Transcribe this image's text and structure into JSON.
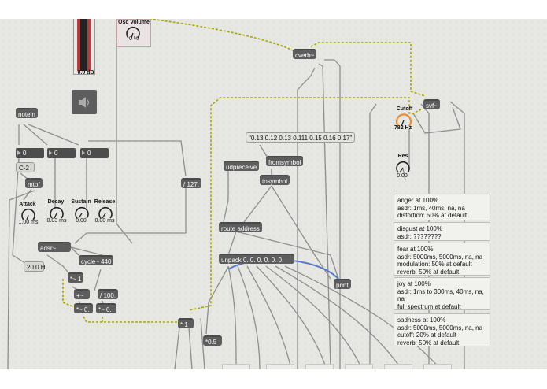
{
  "slider": {
    "value_label": "0.0 dB"
  },
  "osc_volume": {
    "label": "Osc Volume",
    "value": "0 %"
  },
  "objects": {
    "cverb": "cverb~",
    "svf": "svf~",
    "notein": "notein",
    "mtof": "mtof",
    "udpreceive": "udpreceive",
    "fromsymbol": "fromsymbol",
    "tosymbol": "tosymbol",
    "route_address": "route address",
    "unpack": "unpack 0. 0. 0. 0. 0. 0.",
    "print": "print",
    "div127": "/ 127.",
    "adsr": "adsr~",
    "cycle": "cycle~ 440",
    "times1": "*~ 1",
    "plus": "+~",
    "div100": "/ 100.",
    "times0a": "*~ 0.",
    "times0b": "*~ 0.",
    "star1": "* 1",
    "times05": "*0.5"
  },
  "numbers": {
    "n1": "0",
    "n2": "0",
    "n3": "0",
    "note_name": "C-2",
    "hz": "20.0 H"
  },
  "message": "\"0.13 0.12 0.13 0.111 0.15 0.16 0.17\"",
  "dials": {
    "attack": {
      "label": "Attack",
      "value": "1.00 ms"
    },
    "decay": {
      "label": "Decay",
      "value": "0.03 ms"
    },
    "sustain": {
      "label": "Sustain",
      "value": "0.00"
    },
    "release": {
      "label": "Release",
      "value": "0.00 ms"
    },
    "cutoff": {
      "label": "Cutoff",
      "value": "782 Hz"
    },
    "res": {
      "label": "Res",
      "value": "0.00"
    }
  },
  "comments": {
    "anger": [
      "anger at 100%",
      "asdr: 1ms, 40ms, na, na",
      "distortion: 50% at default"
    ],
    "disgust": [
      "disgust at 100%",
      "asdr: ????????"
    ],
    "fear": [
      "fear at 100%",
      "asdr: 5000ms, 5000ms, na, na",
      "modulation: 50% at default",
      "reverb: 50% at default"
    ],
    "joy": [
      "joy at 100%",
      "asdr: 1ms to 300ms, 40ms, na,",
      "na",
      "full spectrum at default"
    ],
    "sadness": [
      "sadness at 100%",
      "asdr: 5000ms, 5000ms, na, na",
      "cutoff: 20% at default",
      "reverb: 50% at default"
    ]
  },
  "colors": {
    "canvas": "#e6e6e3",
    "object": "#5d5d5d",
    "signal_wire": "#a8a800",
    "control_wire": "#8e8e8e",
    "cutoff_accent": "#f08a2c",
    "highlight_wire": "#5577cc"
  }
}
